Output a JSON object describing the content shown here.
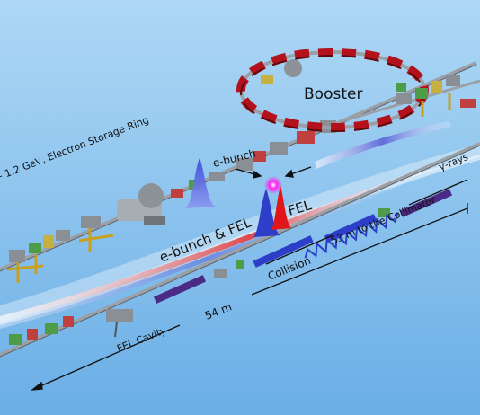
{
  "labels": {
    "booster": "Booster",
    "storage_ring": "- 1.2 GeV, Electron Storage Ring",
    "e_bunch": "e-bunch",
    "e_bunch_fel": "e-bunch & FEL",
    "fel": "FEL",
    "gamma_rays": "γ-rays",
    "to_collimator": "53 m to the Collimator",
    "collision": "Collision",
    "distance_54m": "54 m",
    "fel_cavity": "FEL Cavity"
  },
  "colors": {
    "background_top": "#aed8f5",
    "background_bottom": "#6aaee6",
    "magnet_red": "#b3121c",
    "electron_blue": "#2d3fc8",
    "fel_red": "#e0161b",
    "collision_spark": "#ff22ee",
    "beamline_gray": "#9aa0a6",
    "undulator_purple": "#4a2a84"
  }
}
